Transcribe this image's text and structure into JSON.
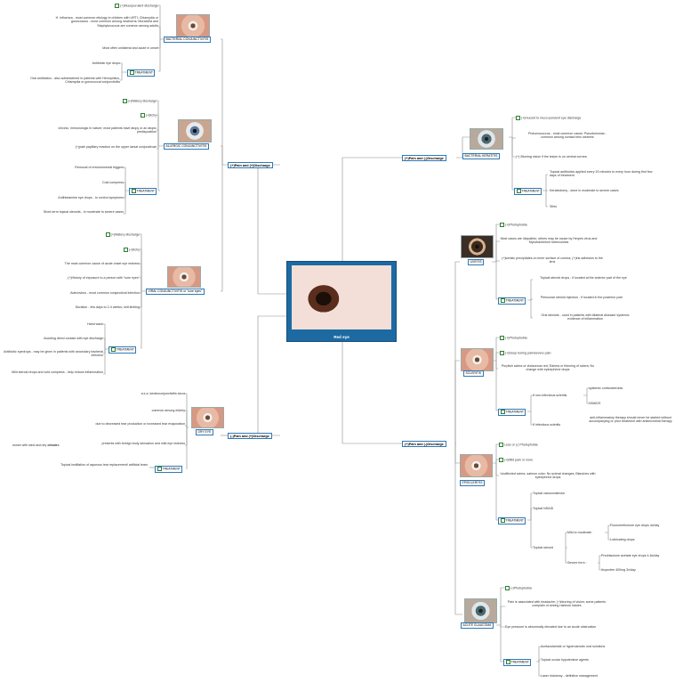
{
  "center": {
    "title": "Red eye"
  },
  "branches": {
    "pain_discharge": "(+)Pain and (+)Discharge",
    "nopain_discharge": "(-)Pain and (+)Discharge",
    "pain_nodischarge": "(+)Pain and (-)Discharge",
    "nopain_nodischarge": "(+)Pain and (-)Discharge"
  },
  "bacterial_conj": {
    "title": "BACTERIAL CONJUNCTIVITIS",
    "items": [
      "(+)Mucopurulent discharge",
      "H. influenza - most common etiology in children with URTI; Chlamydia or gonococcus - most common among newborns; Moraxella and Staphylococcus are common among adults",
      "Most often unilateral and acute in onset"
    ],
    "treatment": "TREATMENT",
    "treat_items": [
      "Antibiotic eye drops",
      "Oral antibiotics - also administered in patients with Hemophilus, Chlamydia or gonococcal conjunctivitis"
    ]
  },
  "allergic_conj": {
    "title": "ALLERGIC CONJUNCTIVITIS",
    "items": [
      "(+)Watery discharge",
      "(+)Itchy",
      "chronic, immunologic in nature; most patients have atopy or an atopic predisposition",
      "(+)pale papillary reaction on the upper tarsal conjunctivae"
    ],
    "treatment": "TREATMENT",
    "treat_items": [
      "Removal of environmental triggers",
      "Cold compress",
      "Antihistamine eye drops - to control symptoms",
      "Short-term topical steroids - in moderate to severe cases"
    ]
  },
  "viral_conj": {
    "title": "VIRAL CONJUNCTIVITIS or \"sore eyes\"",
    "items": [
      "(+)Watery discharge",
      "(+)Itchy",
      "The most common cause of acute onset eye redness",
      "(+)History of exposure to a person with \"sore eyes\"",
      "Adenovirus - most common conjunctival infection",
      "Duration - few days to 2-4 weeks; self-limiting"
    ],
    "treatment": "TREATMENT",
    "treat_items": [
      "Hand wash",
      "Avoiding direct contact with eye discharge",
      "Antibiotic eyedrops - may be given in patients with secondary bacterial infection",
      "Mild steroid drops and cold compress - help reduce inflammation"
    ]
  },
  "dry_eye": {
    "title": "DRY EYE",
    "items": [
      "a.k.a. keratoconjunctivitis sicca",
      "common among elderly",
      "due to decreased tear production or increased tear evaporation",
      "presents with foreign body sensation and mild eye redness",
      "worse with wind and dry climates"
    ],
    "treatment": "TREATMENT",
    "treat_items": [
      "Topical instillation of aqueous tear replacement/ artificial tears"
    ]
  },
  "bacterial_keratitis": {
    "title": "BACTERIAL KERATITIS",
    "items": [
      "(+)mucoid to muco-purulent eye discharge",
      "Pneumococcus - most common cause; Pseudomonas - common among contact lens wearers",
      "(+) Blurring vision if the lesion is on central cornea"
    ],
    "treatment": "TREATMENT",
    "treat_items": [
      "Topical antibiotics applied every 15 minutes to every hour during first few days of treatment",
      "Keratectomy - done in moderate to severe cases",
      "Sites"
    ]
  },
  "uveitis": {
    "title": "UVEITIS",
    "items": [
      "(+)Photophobia",
      "Most cases are idiopathic; others may be cause by Herpes virus and Mycobacterium tuberculosis",
      "(+)keratic precipitates on inner surface of cornea; (+)iris adhesion to the lens"
    ],
    "treatment": "TREATMENT",
    "treat_items": [
      "Topical steroid drops - if located at the anterior part of the eye",
      "Periocular steroid injection - if located in the posterior pole",
      "Oral steroids - used in patients with bilateral disease/ systemic evidence of inflammation"
    ]
  },
  "scleritis": {
    "title": "SCLERITIS",
    "items": [
      "(+)Photophobia",
      "(+)Deep boring pain/severe pain",
      "Purplish sclera or violaceous red; Edema or thinning of sclera; No change with epinephrine drops"
    ],
    "treatment": "TREATMENT",
    "treat_items": [
      "If non-infectious scleritis",
      "If infectious scleritis"
    ],
    "non_infectious": [
      "systemic corticosteroids",
      "NSAIDS"
    ],
    "infectious": [
      "anti-inflammatory therapy should never be started without accompanying or prior treatment with antimicrobial therapy"
    ]
  },
  "episcleritis": {
    "title": "EPISCLERITIS",
    "items": [
      "(+)Mild pain or none",
      "Unaffected sclera, salmon color; No scleral changes; Blanches with epinephrine drops",
      "Less or (-) Photophobia"
    ],
    "treatment": "TREATMENT",
    "treat_items": [
      "Topical vasoconstrictor",
      "Topical NSAID",
      "Topical steroid"
    ],
    "steroid_branches": [
      "Mild to moderate:",
      "Severe form :"
    ],
    "mild": [
      "Fluorometholone eye drops 4x/day",
      "Lubricating drops"
    ],
    "severe": [
      "Prednisolone acetate eye drops 4-6x/day",
      "Ibuprofen 400mg 3x/day"
    ]
  },
  "glaucoma": {
    "title": "ACUTE GLAUCOMA",
    "items": [
      "(-)Photophobia",
      "Pain is associated with headache; (+)blurring of vision; some patients complain of seeing rainbow haloes",
      "Eye pressure is abnormally elevated due to an acute obstruction"
    ],
    "treatment": "TREATMENT",
    "treat_items": [
      "Acetazolamide or hyperosmotic oral solutions",
      "Topical ocular hypotensive agents",
      "Laser iridotomy - definitive management"
    ]
  },
  "colors": {
    "accent": "#2e79b8",
    "center_bg": "#1d6aa3",
    "link": "#8c8c8c",
    "treat_link": "#c9a227",
    "icon": "#2e7d32"
  }
}
